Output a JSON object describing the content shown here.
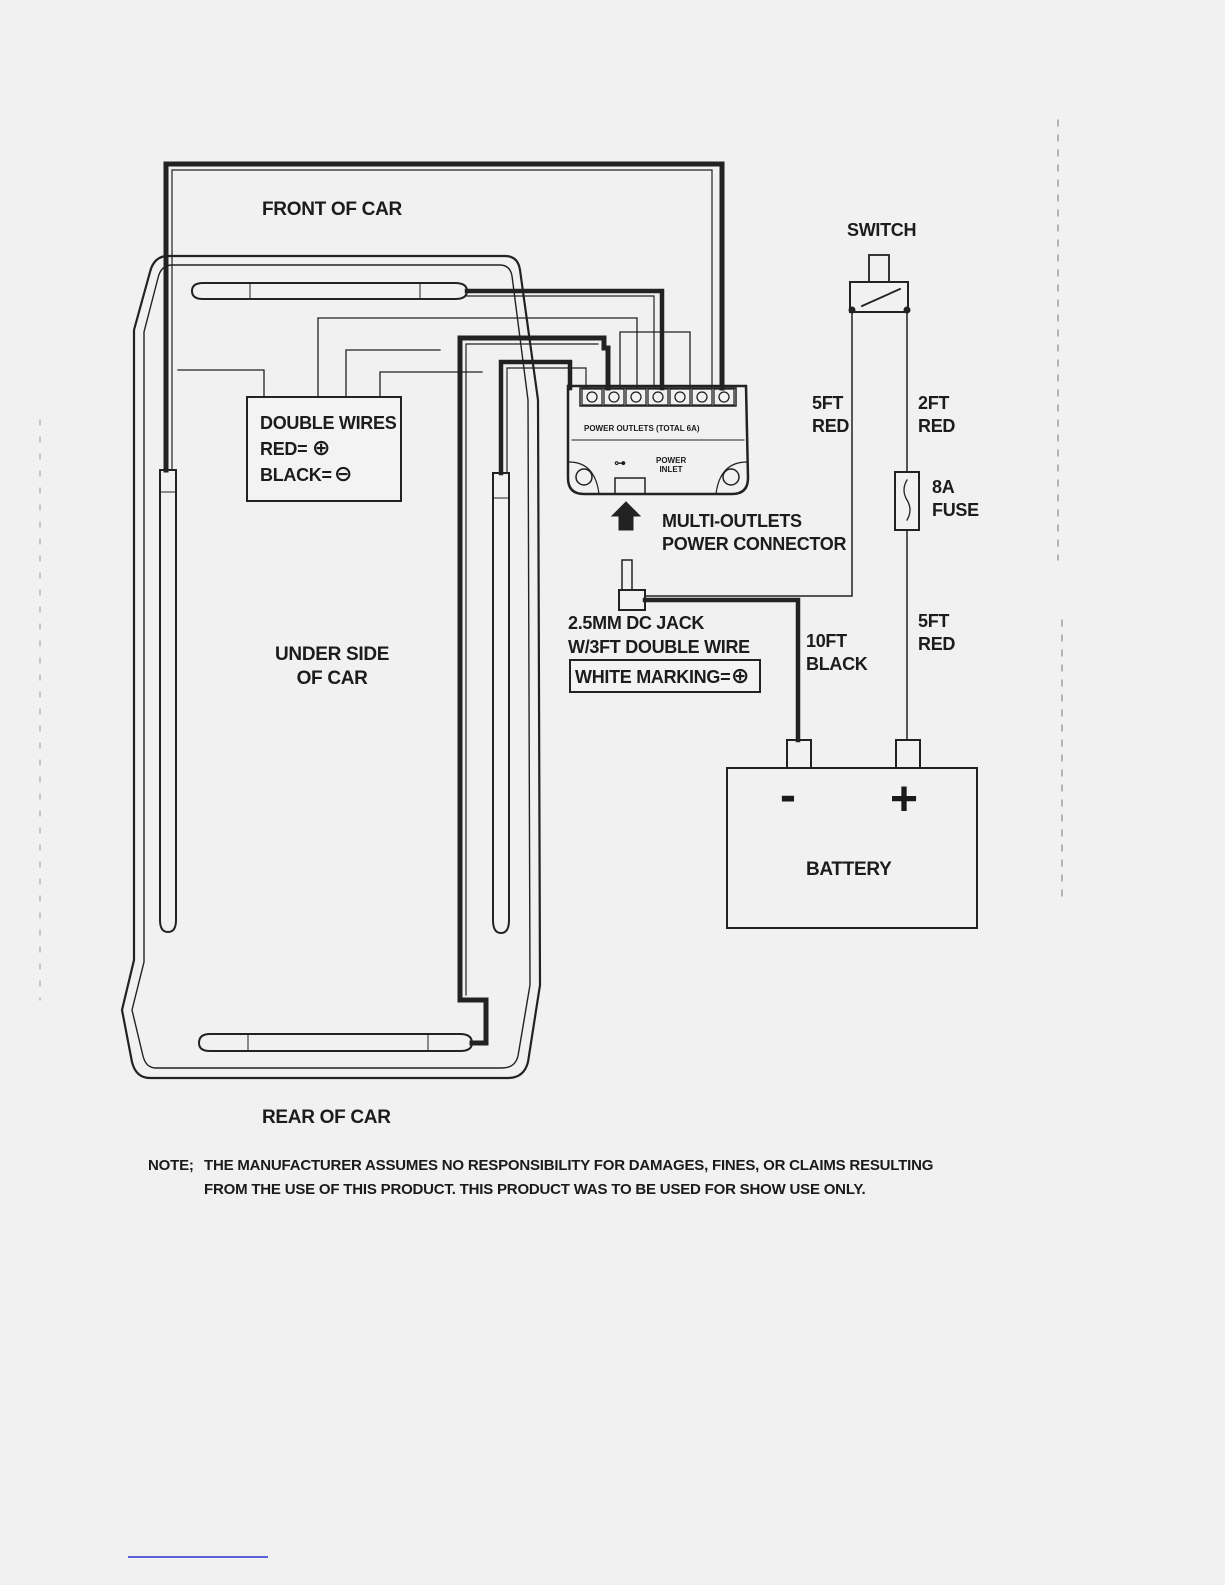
{
  "labels": {
    "front": "FRONT OF CAR",
    "rear": "REAR OF CAR",
    "underside": "UNDER SIDE\nOF CAR",
    "switch": "SWITCH",
    "red5_top": "5FT\nRED",
    "red2": "2FT\nRED",
    "fuse": "8A\nFUSE",
    "connector": "MULTI-OUTLETS\nPOWER CONNECTOR",
    "black10": "10FT\nBLACK",
    "red5_bottom": "5FT\nRED",
    "battery": "BATTERY",
    "battery_neg": "-",
    "battery_pos": "+"
  },
  "double_wires": {
    "title": "DOUBLE WIRES",
    "red": "RED=",
    "black": "BLACK="
  },
  "dc_jack": {
    "line1": "2.5MM DC JACK",
    "line2": "W/3FT DOUBLE WIRE",
    "marking": "WHITE MARKING="
  },
  "connector_box": {
    "outlets_text": "POWER OUTLETS (TOTAL 6A)",
    "inlet_text": "POWER INLET"
  },
  "note": {
    "tag": "NOTE;",
    "text": "THE MANUFACTURER ASSUMES NO RESPONSIBILITY FOR DAMAGES, FINES, OR CLAIMS RESULTING FROM THE USE OF THIS PRODUCT. THIS PRODUCT WAS TO BE USED FOR SHOW USE ONLY."
  },
  "colors": {
    "ink": "#1c1c1c",
    "paper": "#f1f1f1",
    "underline": "#5a64d8"
  }
}
